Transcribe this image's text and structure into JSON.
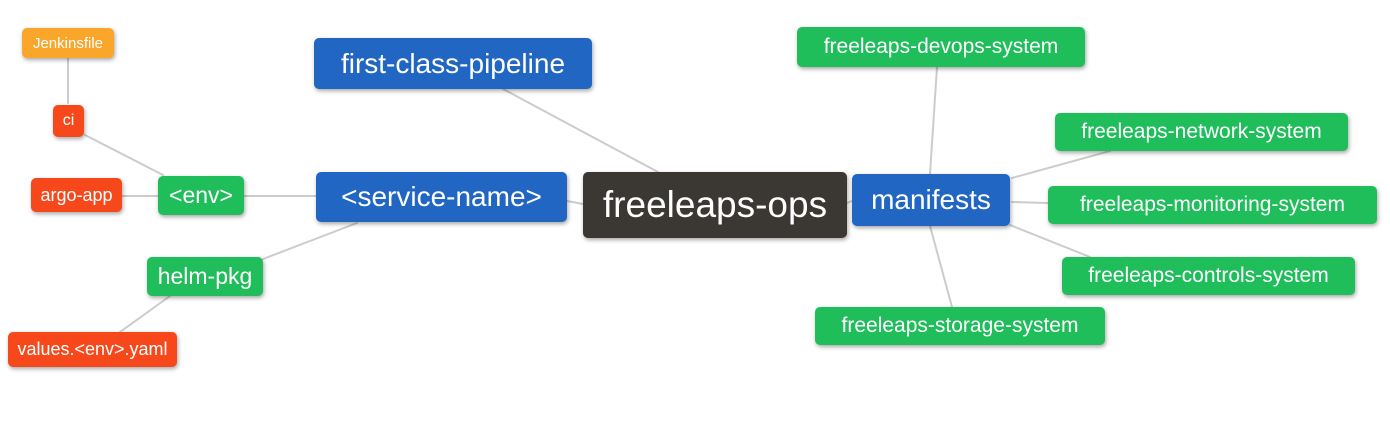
{
  "diagram": {
    "type": "mindmap",
    "background": "#FFFFFF",
    "edge_color": "#CCCCCC",
    "palette": {
      "blue": "#2166C2",
      "green": "#1FBE5B",
      "red": "#F7481C",
      "orange": "#F9A62B",
      "dark": "#3B3733",
      "text": "#FFFFFF"
    },
    "nodes": {
      "freeleaps_ops": {
        "label": "freeleaps-ops",
        "color": "dark"
      },
      "first_class_pipeline": {
        "label": "first-class-pipeline",
        "color": "blue"
      },
      "service_name": {
        "label": "<service-name>",
        "color": "blue"
      },
      "manifests": {
        "label": "manifests",
        "color": "blue"
      },
      "env": {
        "label": "<env>",
        "color": "green"
      },
      "helm_pkg": {
        "label": "helm-pkg",
        "color": "green"
      },
      "ci": {
        "label": "ci",
        "color": "red"
      },
      "argo_app": {
        "label": "argo-app",
        "color": "red"
      },
      "values_env_yaml": {
        "label": "values.<env>.yaml",
        "color": "red"
      },
      "jenkinsfile": {
        "label": "Jenkinsfile",
        "color": "orange"
      },
      "devops_system": {
        "label": "freeleaps-devops-system",
        "color": "green"
      },
      "network_system": {
        "label": "freeleaps-network-system",
        "color": "green"
      },
      "monitoring_system": {
        "label": "freeleaps-monitoring-system",
        "color": "green"
      },
      "controls_system": {
        "label": "freeleaps-controls-system",
        "color": "green"
      },
      "storage_system": {
        "label": "freeleaps-storage-system",
        "color": "green"
      }
    },
    "edges": [
      [
        "Jenkinsfile",
        "ci"
      ],
      [
        "ci",
        "<env>"
      ],
      [
        "argo-app",
        "<env>"
      ],
      [
        "<env>",
        "<service-name>"
      ],
      [
        "helm-pkg",
        "<service-name>"
      ],
      [
        "values.<env>.yaml",
        "helm-pkg"
      ],
      [
        "first-class-pipeline",
        "freeleaps-ops"
      ],
      [
        "<service-name>",
        "freeleaps-ops"
      ],
      [
        "freeleaps-ops",
        "manifests"
      ],
      [
        "manifests",
        "freeleaps-devops-system"
      ],
      [
        "manifests",
        "freeleaps-network-system"
      ],
      [
        "manifests",
        "freeleaps-monitoring-system"
      ],
      [
        "manifests",
        "freeleaps-controls-system"
      ],
      [
        "manifests",
        "freeleaps-storage-system"
      ]
    ]
  }
}
